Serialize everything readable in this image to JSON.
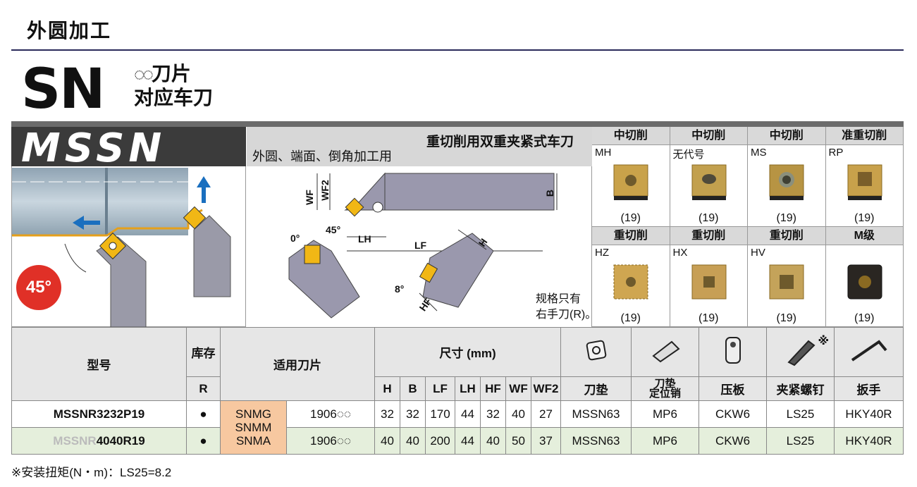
{
  "section_title": "外圆加工",
  "logo": {
    "big": "SN",
    "circles": "◌◌",
    "line1_suffix": "刀片",
    "line2": "对应车刀"
  },
  "series": "MSSN",
  "desc": {
    "left": "外圆、端面、倒角加工用",
    "right": "重切削用双重夹紧式车刀"
  },
  "badge_angle": "45°",
  "diagram_labels": {
    "wf": "WF",
    "wf2": "WF2",
    "b": "B",
    "lh": "LH",
    "lf": "LF",
    "h": "H",
    "hf": "HF",
    "ang45": "45°",
    "ang0": "0°",
    "ang8": "8°"
  },
  "spec_note": [
    "规格只有",
    "右手刀(R)。"
  ],
  "inserts": [
    {
      "category": "中切削",
      "code": "MH",
      "size": "(19)",
      "color": "#c9a24a"
    },
    {
      "category": "中切削",
      "code": "无代号",
      "size": "(19)",
      "color": "#c2a04e"
    },
    {
      "category": "中切削",
      "code": "MS",
      "size": "(19)",
      "color": "#b79443"
    },
    {
      "category": "准重切削",
      "code": "RP",
      "size": "(19)",
      "color": "#c8a14b"
    },
    {
      "category": "重切削",
      "code": "HZ",
      "size": "(19)",
      "color": "#cfa651"
    },
    {
      "category": "重切削",
      "code": "HX",
      "size": "(19)",
      "color": "#c79f55"
    },
    {
      "category": "重切削",
      "code": "HV",
      "size": "(19)",
      "color": "#c4a35a"
    },
    {
      "category": "M级",
      "code": "",
      "size": "(19)",
      "color": "#2a2622"
    }
  ],
  "table": {
    "headers": {
      "model": "型号",
      "stock": "库存",
      "stock_r": "R",
      "inserts": "适用刀片",
      "dims": "尺寸 (mm)",
      "dim_cols": [
        "H",
        "B",
        "LF",
        "LH",
        "HF",
        "WF",
        "WF2"
      ],
      "parts": [
        "刀垫",
        "刀垫\n定位销",
        "压板",
        "夹紧螺钉",
        "扳手"
      ],
      "note_mark": "※"
    },
    "insert_types": [
      "SNMG",
      "SNMM",
      "SNMA"
    ],
    "rows": [
      {
        "model": "MSSNR3232P19",
        "model_prefix": "",
        "stock": "●",
        "insert_size": "1906◌◌",
        "dims": [
          "32",
          "32",
          "170",
          "44",
          "32",
          "40",
          "27"
        ],
        "parts": [
          "MSSN63",
          "MP6",
          "CKW6",
          "LS25",
          "HKY40R"
        ]
      },
      {
        "model": "4040R19",
        "model_prefix": "MSSNR",
        "stock": "●",
        "insert_size": "1906◌◌",
        "dims": [
          "40",
          "40",
          "200",
          "44",
          "40",
          "50",
          "37"
        ],
        "parts": [
          "MSSN63",
          "MP6",
          "CKW6",
          "LS25",
          "HKY40R"
        ]
      }
    ]
  },
  "footnote": "※安装扭矩(N・m)：LS25=8.2"
}
